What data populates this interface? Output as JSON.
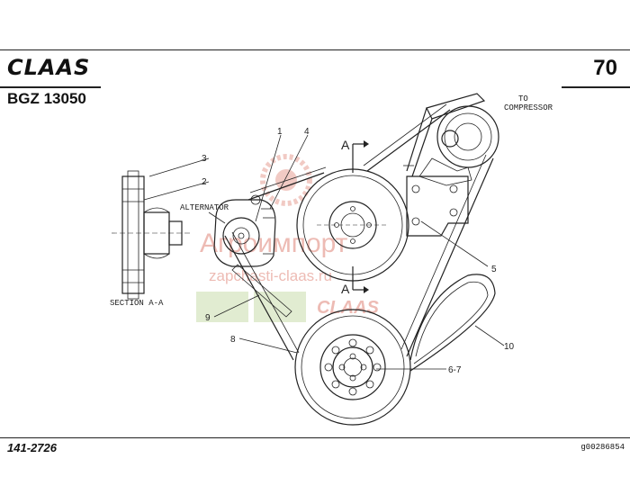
{
  "header": {
    "brand": "CLAAS",
    "page_number": "70",
    "model": "BGZ 13050"
  },
  "footer": {
    "doc_number": "141-2726",
    "image_ref": "g00286854"
  },
  "diagram": {
    "labels": {
      "alternator": "ALTERNATOR",
      "to_compressor_line1": "TO",
      "to_compressor_line2": "COMPRESSOR",
      "section": "SECTION A-A",
      "section_marker": "A"
    },
    "callouts": [
      "1",
      "2",
      "3",
      "4",
      "5",
      "6-7",
      "8",
      "9",
      "10"
    ],
    "watermark": {
      "line1": "Агроимпорт",
      "line2": "zapchasti-claas.ru",
      "line3": "CLAAS"
    }
  }
}
